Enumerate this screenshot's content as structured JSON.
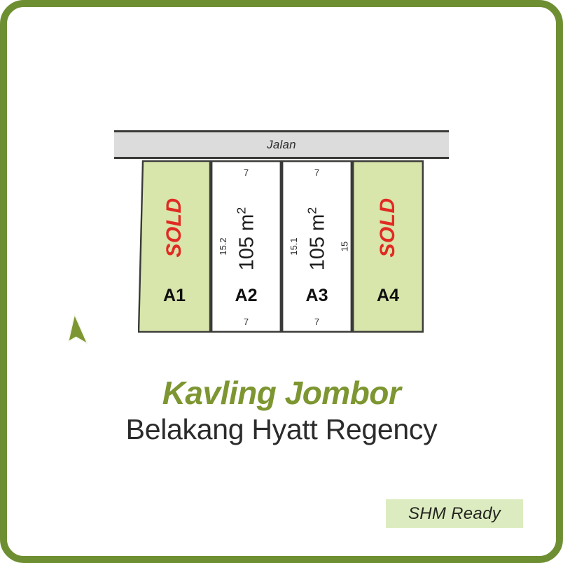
{
  "frame": {
    "border_color": "#6e8f31"
  },
  "siteplan": {
    "road": {
      "label": "Jalan"
    },
    "plots": [
      {
        "code": "A1",
        "status_label": "SOLD",
        "area": null,
        "fill": "#d8e5ab",
        "shape": "trapezoid",
        "dim_top": "",
        "dim_bottom": "",
        "dim_left": "",
        "dim_right": ""
      },
      {
        "code": "A2",
        "status_label": "",
        "area_value": "105",
        "area_unit": "m",
        "area_exponent": "2",
        "fill": "#ffffff",
        "shape": "rect",
        "dim_top": "7",
        "dim_bottom": "7",
        "dim_left": "15.2",
        "dim_right": ""
      },
      {
        "code": "A3",
        "status_label": "",
        "area_value": "105",
        "area_unit": "m",
        "area_exponent": "2",
        "fill": "#ffffff",
        "shape": "rect",
        "dim_top": "7",
        "dim_bottom": "7",
        "dim_left": "15.1",
        "dim_right": "15"
      },
      {
        "code": "A4",
        "status_label": "SOLD",
        "area": null,
        "fill": "#d8e5ab",
        "shape": "rect",
        "dim_top": "",
        "dim_bottom": "",
        "dim_left": "",
        "dim_right": ""
      }
    ],
    "north_arrow": {
      "icon": "north-arrow-icon",
      "color": "#7d9631"
    }
  },
  "title_block": {
    "title": "Kavling Jombor",
    "title_color": "#7d9631",
    "subtitle": "Belakang Hyatt Regency",
    "subtitle_color": "#2c2b2b"
  },
  "badge": {
    "label": "SHM Ready",
    "background": "#dcecc0",
    "text_color": "#24241f"
  },
  "colors": {
    "sold_red": "#e02a22",
    "plot_green": "#d8e5ab",
    "road_gray": "#dcdcdc",
    "line_dark": "#3a3a38"
  }
}
